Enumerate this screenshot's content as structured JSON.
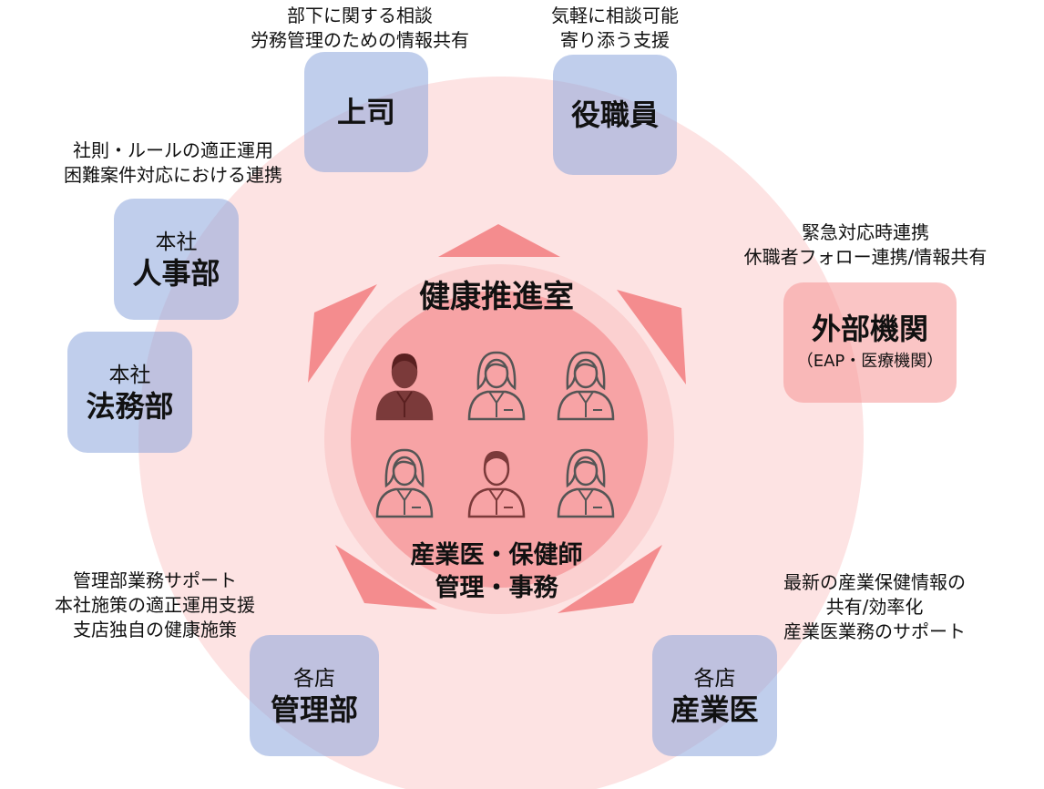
{
  "center": {
    "title": "健康推進室",
    "subtitle_line1": "産業医・保健師",
    "subtitle_line2": "管理・事務"
  },
  "nodes": {
    "boss": {
      "label": "上司",
      "notes": [
        "部下に関する相談",
        "労務管理のための情報共有"
      ]
    },
    "officer": {
      "label": "役職員",
      "notes": [
        "気軽に相談可能",
        "寄り添う支援"
      ]
    },
    "hq_hr": {
      "sub": "本社",
      "label": "人事部",
      "notes": [
        "社則・ルールの適正運用",
        "困難案件対応における連携"
      ]
    },
    "hq_legal": {
      "sub": "本社",
      "label": "法務部"
    },
    "external": {
      "label": "外部機関",
      "sub": "（EAP・医療機関）",
      "notes": [
        "緊急対応時連携",
        "休職者フォロー連携/情報共有"
      ]
    },
    "store_admin": {
      "sub": "各店",
      "label": "管理部",
      "notes": [
        "管理部業務サポート",
        "本社施策の適正運用支援",
        "支店独自の健康施策"
      ]
    },
    "store_doctor": {
      "sub": "各店",
      "label": "産業医",
      "notes": [
        "最新の産業保健情報の",
        "共有/効率化",
        "産業医業務のサポート"
      ]
    }
  },
  "colors": {
    "outer_circle": "#fde3e3",
    "inner_ring": "#fbd0d0",
    "inner_circle": "#f7a3a5",
    "arrow": "#f48c8e",
    "box_blue": "#8ca5dc",
    "box_pink": "#f69696",
    "person_dark": "#7b3a3a",
    "person_line": "#555555"
  },
  "icons": [
    "person-male-icon",
    "person-female-icon",
    "person-female-icon",
    "person-female-icon",
    "person-male-icon",
    "person-female-icon"
  ]
}
